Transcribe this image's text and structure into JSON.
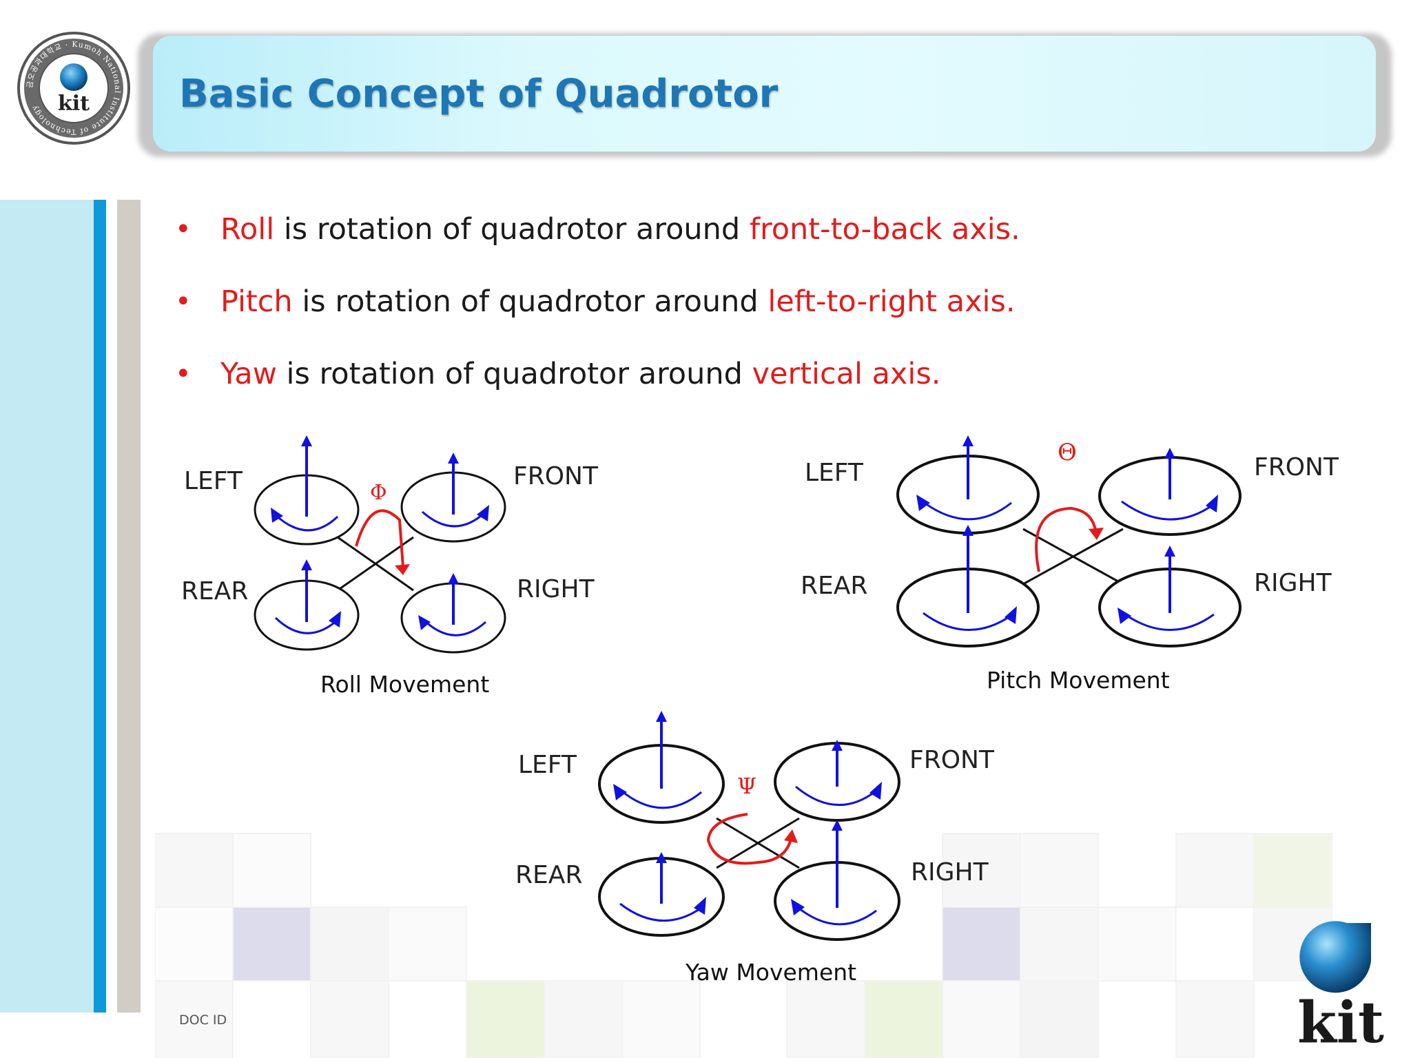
{
  "header": {
    "title": "Basic Concept of Quadrotor",
    "seal_text": "금오공과대학교 · Kumoh National Institute of Technology",
    "seal_kit": "kit"
  },
  "bullets": [
    {
      "term": "Roll",
      "middle": " is rotation of quadrotor around ",
      "axis": "front-to-back axis."
    },
    {
      "term": "Pitch",
      "middle": " is rotation of quadrotor around ",
      "axis": "left-to-right axis."
    },
    {
      "term": "Yaw",
      "middle": " is rotation of quadrotor around ",
      "axis": "vertical axis."
    }
  ],
  "figures": {
    "roll": {
      "caption": "Roll Movement",
      "symbol": "Φ",
      "left": "LEFT",
      "front": "FRONT",
      "rear": "REAR",
      "right": "RIGHT"
    },
    "pitch": {
      "caption": "Pitch Movement",
      "symbol": "Θ",
      "left": "LEFT",
      "front": "FRONT",
      "rear": "REAR",
      "right": "RIGHT"
    },
    "yaw": {
      "caption": "Yaw Movement",
      "symbol": "Ψ",
      "left": "LEFT",
      "front": "FRONT",
      "rear": "REAR",
      "right": "RIGHT"
    }
  },
  "footer": {
    "doc_id": "DOC ID",
    "logo_text": "kit"
  },
  "colors": {
    "accent_red": "#e31b1b",
    "title_blue": "#1e76b4",
    "arrow_blue": "#1010e0",
    "sidebar_blue": "#0e9ad9"
  }
}
